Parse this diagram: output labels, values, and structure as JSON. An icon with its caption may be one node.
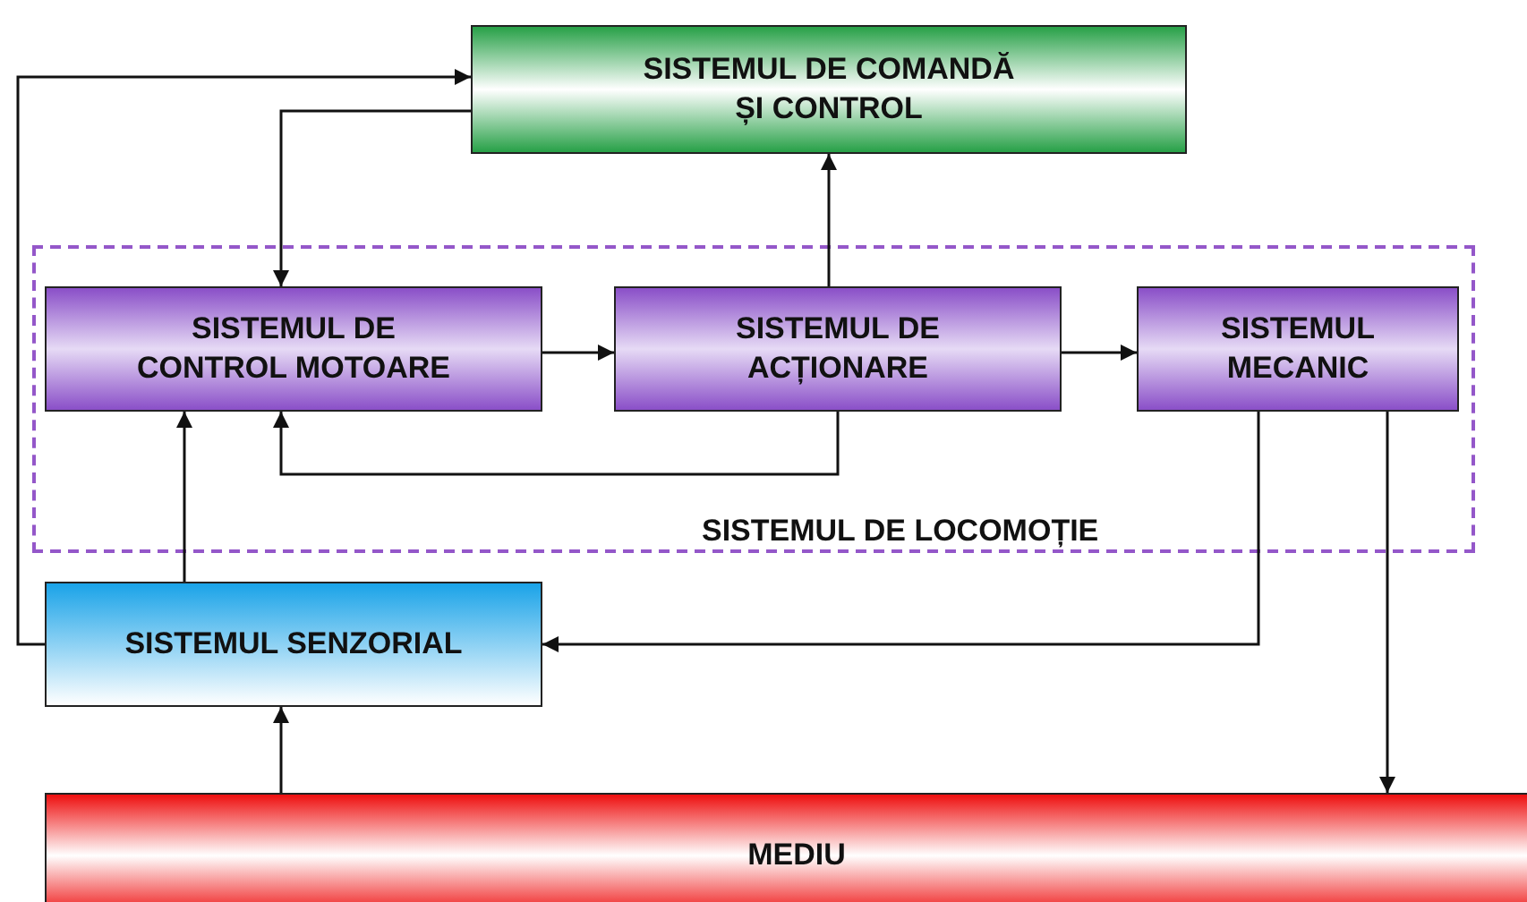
{
  "diagram": {
    "nodes": [
      {
        "text": [
          "SISTEMUL DE COMANDĂ ȘI CONTROL"
        ]
      },
      {
        "text": [
          "SISTEMUL DE LOCOMOȚIE"
        ]
      },
      {
        "text": [
          "SISTEMUL DE CONTROL MOTOARE"
        ],
        "in": 1
      },
      {
        "text": [
          "SISTEMUL DE ACȚIONARE"
        ],
        "in": 1
      },
      {
        "text": [
          "SISTEMUL MECANIC"
        ],
        "in": 1
      },
      {
        "text": [
          "SISTEMUL SENZORIAL"
        ]
      },
      {
        "text": [
          "MEDIU"
        ]
      }
    ],
    "edges": [
      {
        "from": 5,
        "to": 0,
        "arrow": "to"
      },
      {
        "from": 0,
        "to": 2,
        "arrow": "to"
      },
      {
        "from": 2,
        "to": 3,
        "arrow": "to"
      },
      {
        "from": 3,
        "to": 0,
        "arrow": "to"
      },
      {
        "from": 3,
        "to": 2,
        "arrow": "to"
      },
      {
        "from": 3,
        "to": 4,
        "arrow": "to"
      },
      {
        "from": 4,
        "to": 5,
        "arrow": "to"
      },
      {
        "from": 4,
        "to": 6,
        "arrow": "to"
      },
      {
        "from": 5,
        "to": 2,
        "arrow": "to"
      },
      {
        "from": 6,
        "to": 5,
        "arrow": "to"
      }
    ]
  }
}
